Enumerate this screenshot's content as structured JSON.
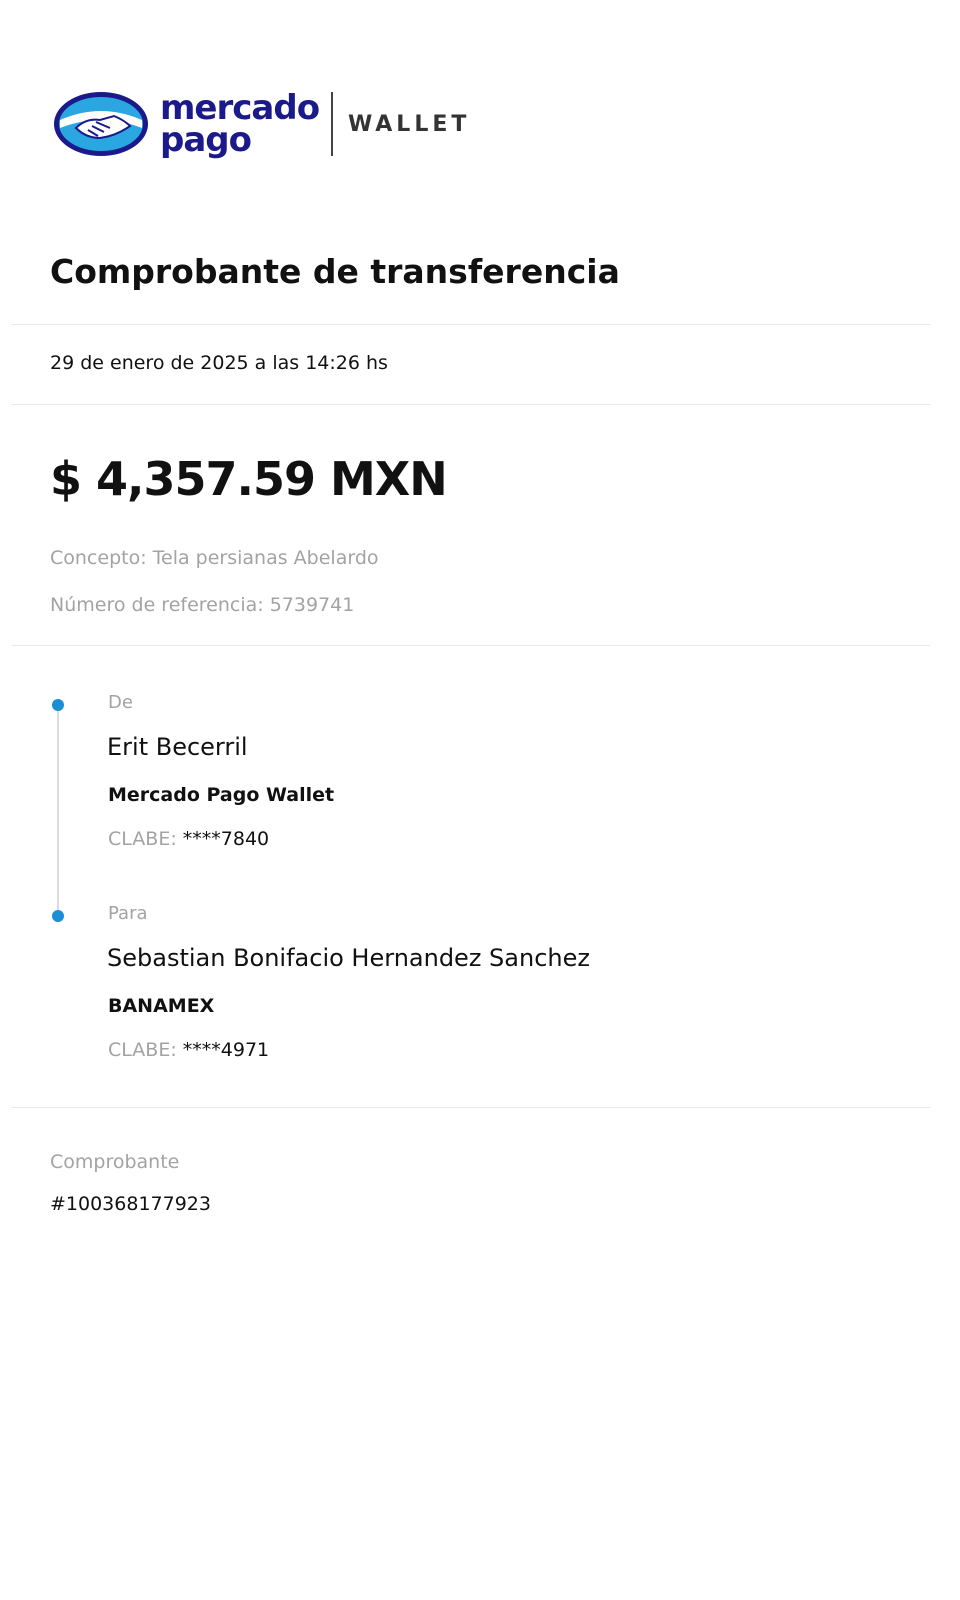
{
  "brand": {
    "name_line1": "mercado",
    "name_line2": "pago",
    "product": "WALLET",
    "color": "#1b1a8a",
    "accent": "#2aa7e0"
  },
  "title": "Comprobante de transferencia",
  "date": "29 de enero de 2025 a las 14:26 hs",
  "amount": "$ 4,357.59 MXN",
  "concept": "Concepto: Tela persianas Abelardo",
  "reference": "Número de referencia: 5739741",
  "from": {
    "label": "De",
    "name": "Erit Becerril",
    "bank": "Mercado Pago Wallet",
    "clabe_label": "CLABE:",
    "clabe_value": "****7840"
  },
  "to": {
    "label": "Para",
    "name": "Sebastian Bonifacio Hernandez Sanchez",
    "bank": "BANAMEX",
    "clabe_label": "CLABE:",
    "clabe_value": "****4971"
  },
  "receipt": {
    "label": "Comprobante",
    "number": "#100368177923"
  },
  "colors": {
    "timeline_dot": "#1a8fd6"
  }
}
